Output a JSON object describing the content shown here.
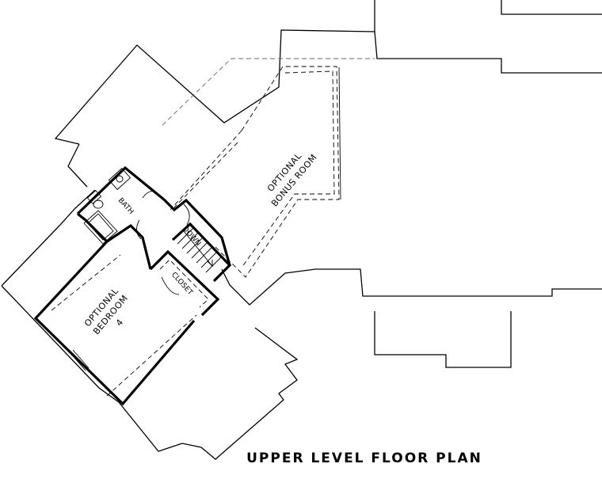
{
  "rooms": {
    "bonus_line1": "OPTIONAL",
    "bonus_line2": "BONUS ROOM",
    "bedroom_line1": "OPTIONAL",
    "bedroom_line2": "BEDROOM",
    "bedroom_line3": "4",
    "bath": "BATH",
    "closet": "CLOSET",
    "stair": "DOWN"
  },
  "title": "UPPER LEVEL FLOOR PLAN"
}
